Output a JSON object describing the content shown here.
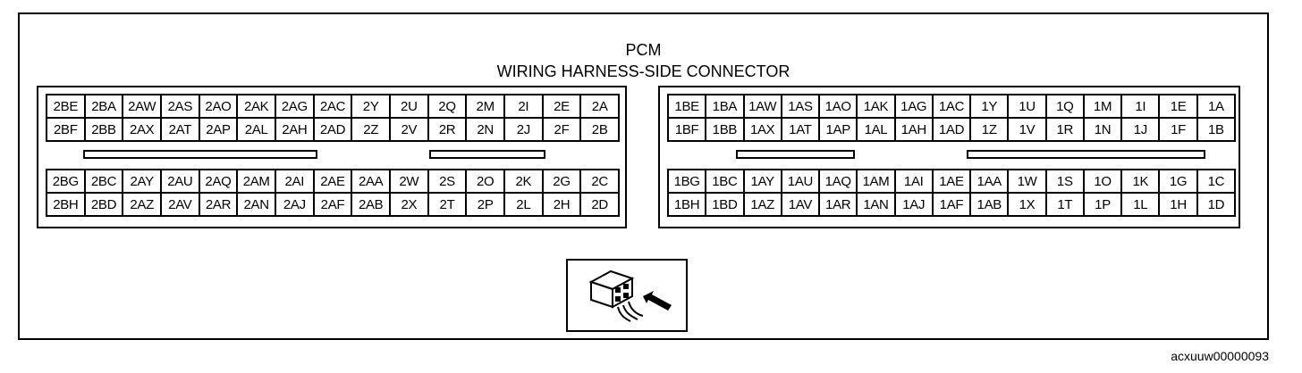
{
  "header": {
    "title_line1": "PCM",
    "title_line2": "WIRING HARNESS-SIDE CONNECTOR"
  },
  "connector2": {
    "upper_rows": [
      [
        "2BE",
        "2BA",
        "2AW",
        "2AS",
        "2AO",
        "2AK",
        "2AG",
        "2AC",
        "2Y",
        "2U",
        "2Q",
        "2M",
        "2I",
        "2E",
        "2A"
      ],
      [
        "2BF",
        "2BB",
        "2AX",
        "2AT",
        "2AP",
        "2AL",
        "2AH",
        "2AD",
        "2Z",
        "2V",
        "2R",
        "2N",
        "2J",
        "2F",
        "2B"
      ]
    ],
    "lower_rows": [
      [
        "2BG",
        "2BC",
        "2AY",
        "2AU",
        "2AQ",
        "2AM",
        "2AI",
        "2AE",
        "2AA",
        "2W",
        "2S",
        "2O",
        "2K",
        "2G",
        "2C"
      ],
      [
        "2BH",
        "2BD",
        "2AZ",
        "2AV",
        "2AR",
        "2AN",
        "2AJ",
        "2AF",
        "2AB",
        "2X",
        "2T",
        "2P",
        "2L",
        "2H",
        "2D"
      ]
    ]
  },
  "connector1": {
    "upper_rows": [
      [
        "1BE",
        "1BA",
        "1AW",
        "1AS",
        "1AO",
        "1AK",
        "1AG",
        "1AC",
        "1Y",
        "1U",
        "1Q",
        "1M",
        "1I",
        "1E",
        "1A"
      ],
      [
        "1BF",
        "1BB",
        "1AX",
        "1AT",
        "1AP",
        "1AL",
        "1AH",
        "1AD",
        "1Z",
        "1V",
        "1R",
        "1N",
        "1J",
        "1F",
        "1B"
      ]
    ],
    "lower_rows": [
      [
        "1BG",
        "1BC",
        "1AY",
        "1AU",
        "1AQ",
        "1AM",
        "1AI",
        "1AE",
        "1AA",
        "1W",
        "1S",
        "1O",
        "1K",
        "1G",
        "1C"
      ],
      [
        "1BH",
        "1BD",
        "1AZ",
        "1AV",
        "1AR",
        "1AN",
        "1AJ",
        "1AF",
        "1AB",
        "1X",
        "1T",
        "1P",
        "1L",
        "1H",
        "1D"
      ]
    ]
  },
  "icon": "connector-view-arrow-icon",
  "footer": {
    "code": "acxuuw00000093"
  }
}
